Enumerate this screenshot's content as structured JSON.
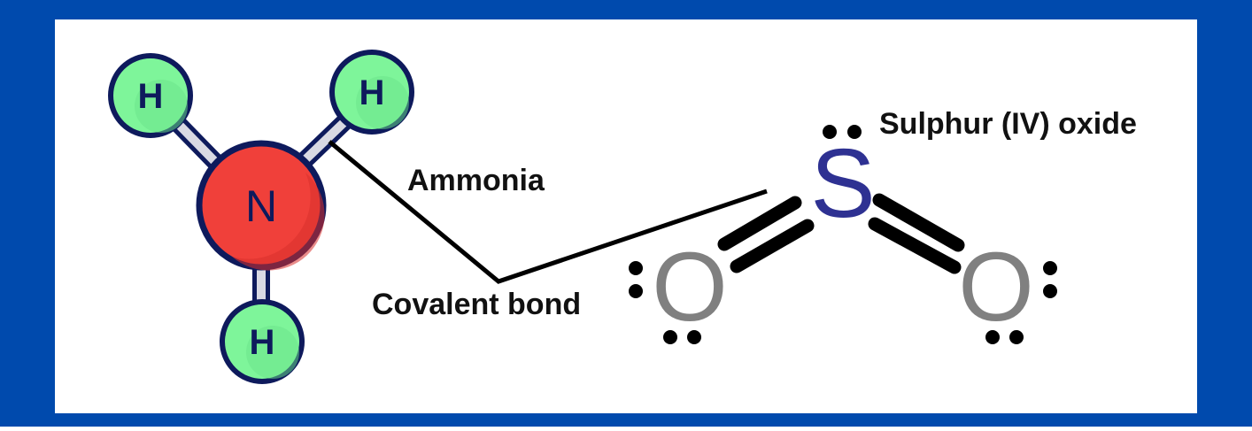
{
  "ammonia": {
    "label": "Ammonia",
    "atoms": {
      "n": "N",
      "h1": "H",
      "h2": "H",
      "h3": "H"
    }
  },
  "sulphur_oxide": {
    "label": "Sulphur (IV) oxide",
    "atoms": {
      "s": "S",
      "o_left": "O",
      "o_right": "O"
    }
  },
  "covalent_bond_label": "Covalent bond",
  "colors": {
    "border": "#004aad",
    "nitrogen": "#f0403a",
    "hydrogen": "#7ef59a",
    "outline": "#0e1a5c",
    "sulphur": "#2e3192",
    "oxygen": "#808080"
  }
}
